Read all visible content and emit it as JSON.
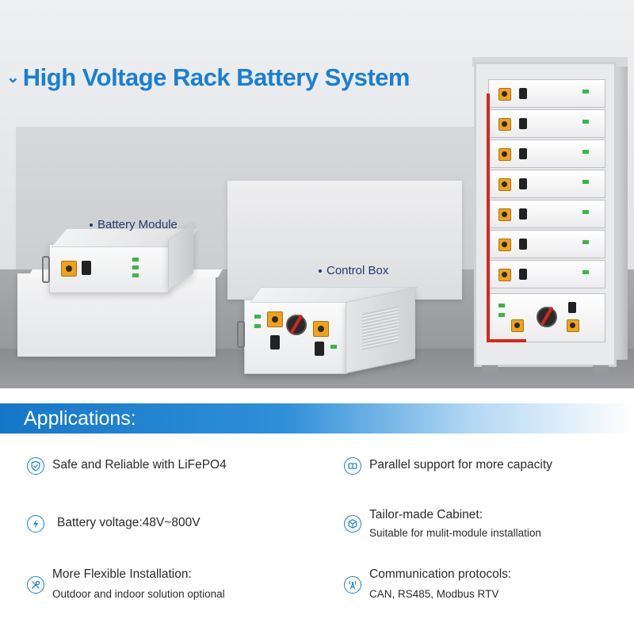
{
  "headline": {
    "chevron": "⌄",
    "text": "High Voltage Rack Battery System"
  },
  "callouts": {
    "battery_module": "Battery Module",
    "control_box": "Control Box"
  },
  "applications": {
    "title": "Applications:",
    "items": [
      {
        "icon": "shield-check-icon",
        "title": "Safe and Reliable with LiFePO4",
        "subtitle": ""
      },
      {
        "icon": "parallel-icon",
        "title": "Parallel support for more capacity",
        "subtitle": ""
      },
      {
        "icon": "lightning-icon",
        "title": "Battery voltage:48V~800V",
        "subtitle": ""
      },
      {
        "icon": "cabinet-cube-icon",
        "title": "Tailor-made Cabinet:",
        "subtitle": "Suitable for mulit-module installation"
      },
      {
        "icon": "tools-icon",
        "title": "More Flexible Installation:",
        "subtitle": "Outdoor and indoor solution optional"
      },
      {
        "icon": "antenna-icon",
        "title": "Communication protocols:",
        "subtitle": "CAN, RS485, Modbus RTV"
      }
    ]
  },
  "colors": {
    "accent": "#1a7fd1",
    "cable_red": "#d8251d",
    "terminal_orange": "#f0a31a"
  }
}
